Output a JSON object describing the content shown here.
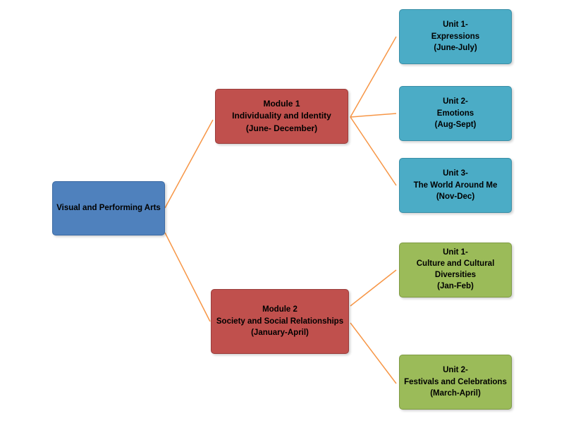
{
  "root": {
    "label": "Visual and Performing Arts"
  },
  "modules": [
    {
      "lines": [
        "Module 1",
        "Individuality and Identity",
        "(June- December)"
      ]
    },
    {
      "lines": [
        "Module 2",
        "Society and Social Relationships",
        "(January-April)"
      ]
    }
  ],
  "units": [
    {
      "lines": [
        "Unit 1-",
        "Expressions",
        "(June-July)"
      ]
    },
    {
      "lines": [
        "Unit 2-",
        "Emotions",
        "(Aug-Sept)"
      ]
    },
    {
      "lines": [
        "Unit 3-",
        "The World Around Me",
        "(Nov-Dec)"
      ]
    },
    {
      "lines": [
        "Unit 1-",
        "Culture and Cultural",
        "Diversities",
        "(Jan-Feb)"
      ]
    },
    {
      "lines": [
        "Unit 2-",
        "Festivals and Celebrations",
        "(March-April)"
      ]
    }
  ],
  "colors": {
    "root": "#4f81bd",
    "module": "#c0504d",
    "module1_units": "#4bacc6",
    "module2_units": "#9bbb59",
    "connector": "#f79646"
  }
}
